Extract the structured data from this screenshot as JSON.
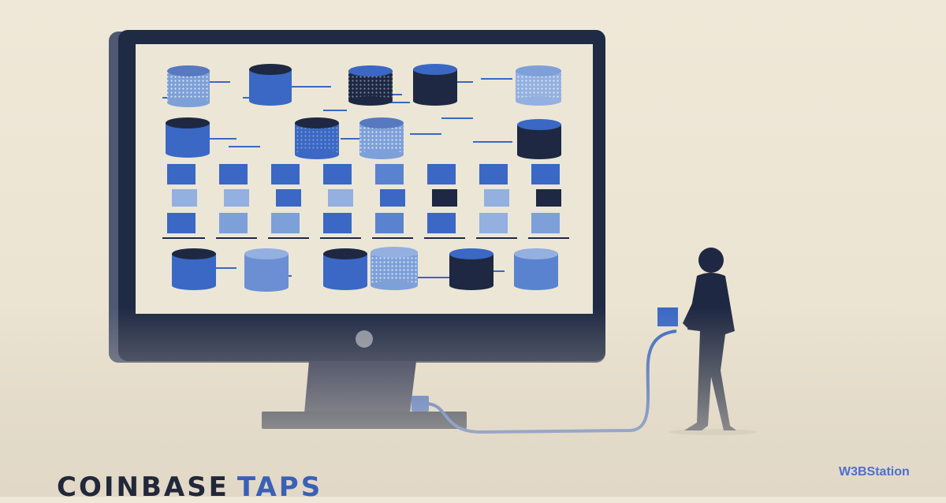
{
  "headline": {
    "part1": "COINBASE",
    "part2": "TAPS"
  },
  "watermark": {
    "text": "W3BStation"
  },
  "colors": {
    "background": "#efe8d8",
    "monitor": "#1f2a44",
    "screen": "#ece6d6",
    "blue": "#3a68c4",
    "light_blue": "#7da0d8",
    "dark": "#1e2842"
  },
  "icons": [
    "database-icon",
    "cube-icon",
    "person-figure",
    "power-cable",
    "power-plug"
  ]
}
